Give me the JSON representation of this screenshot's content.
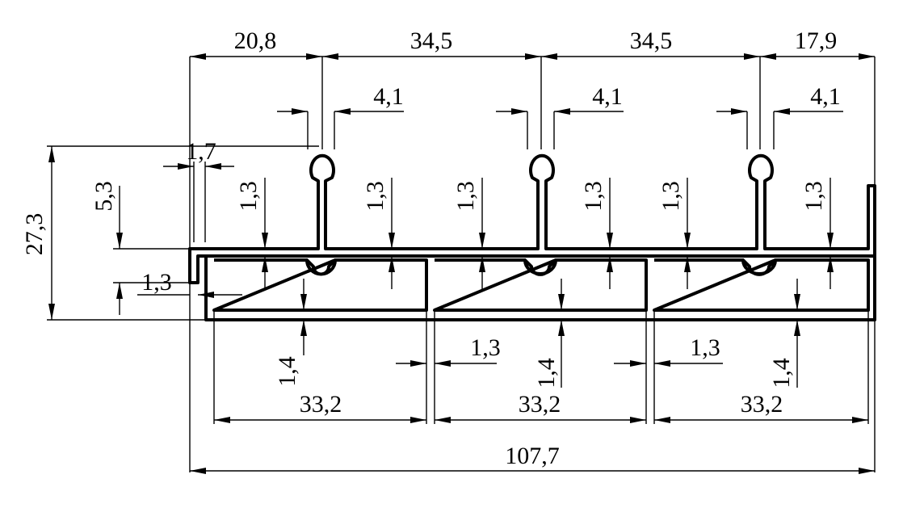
{
  "drawing": {
    "colors": {
      "line": "#000000",
      "background": "#ffffff"
    },
    "dimensions": {
      "top_20_8": "20,8",
      "top_34_5_a": "34,5",
      "top_34_5_b": "34,5",
      "top_17_9": "17,9",
      "slot_4_1_a": "4,1",
      "slot_4_1_b": "4,1",
      "slot_4_1_c": "4,1",
      "left_1_7": "1,7",
      "left_27_3": "27,3",
      "left_5_3": "5,3",
      "left_1_3": "1,3",
      "wall_1_3_a": "1,3",
      "wall_1_3_b": "1,3",
      "wall_1_3_c": "1,3",
      "wall_1_3_d": "1,3",
      "wall_1_3_e": "1,3",
      "wall_1_3_f": "1,3",
      "base_1_4_a": "1,4",
      "base_1_4_b": "1,4",
      "base_1_4_c": "1,4",
      "rib_1_3_a": "1,3",
      "rib_1_3_b": "1,3",
      "cell_33_2_a": "33,2",
      "cell_33_2_b": "33,2",
      "cell_33_2_c": "33,2",
      "overall_107_7": "107,7"
    }
  }
}
